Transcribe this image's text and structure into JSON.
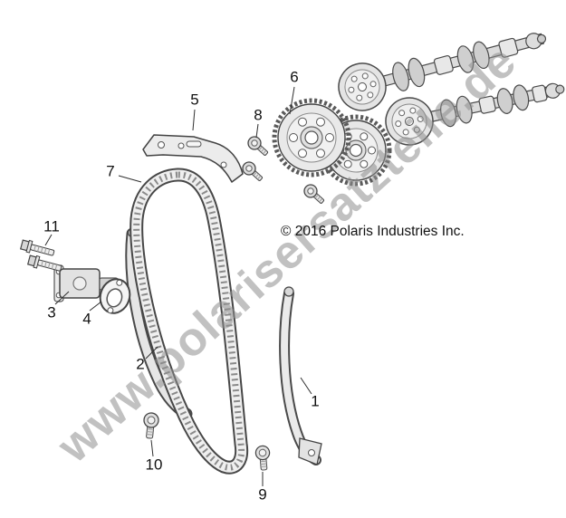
{
  "watermark": {
    "text": "www.polarisersatzteile.de",
    "color": "#8f8f8f"
  },
  "copyright": {
    "text": "© 2016 Polaris Industries Inc."
  },
  "callouts": [
    "1",
    "2",
    "3",
    "4",
    "5",
    "6",
    "7",
    "8",
    "9",
    "10",
    "11"
  ],
  "colors": {
    "line": "#3f3f3f",
    "fill_light": "#ececec",
    "background": "#ffffff"
  }
}
